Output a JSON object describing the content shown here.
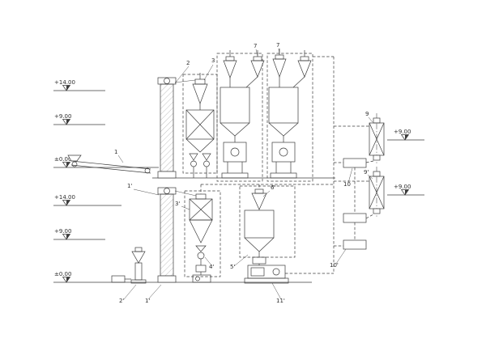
{
  "drawing": {
    "background": "#ffffff",
    "ink": "#3c3c3c",
    "elevations": {
      "upper_14": "+14.00",
      "upper_9": "+9.00",
      "upper_0": "±0.00",
      "lower_14": "+14.00",
      "lower_9": "+9.00",
      "lower_0": "±0.00",
      "right_top": "+9.00",
      "right_bottom": "+9.00"
    },
    "labels": {
      "conveyor": "1",
      "elevator_upper": "2",
      "sifter": "3",
      "cyclone_a": "7",
      "cyclone_b": "7",
      "vessel_top": "9",
      "vessel_bottom": "9'",
      "unit10": "10",
      "unit10p": "10'",
      "elevator_lower": "1'",
      "elevator_lower_foot": "1'",
      "mini_elevator": "2'",
      "hopper_lower": "3'",
      "airlock": "4'",
      "feeder": "5'",
      "cyclone_lower": "6'",
      "press": "11'"
    }
  }
}
